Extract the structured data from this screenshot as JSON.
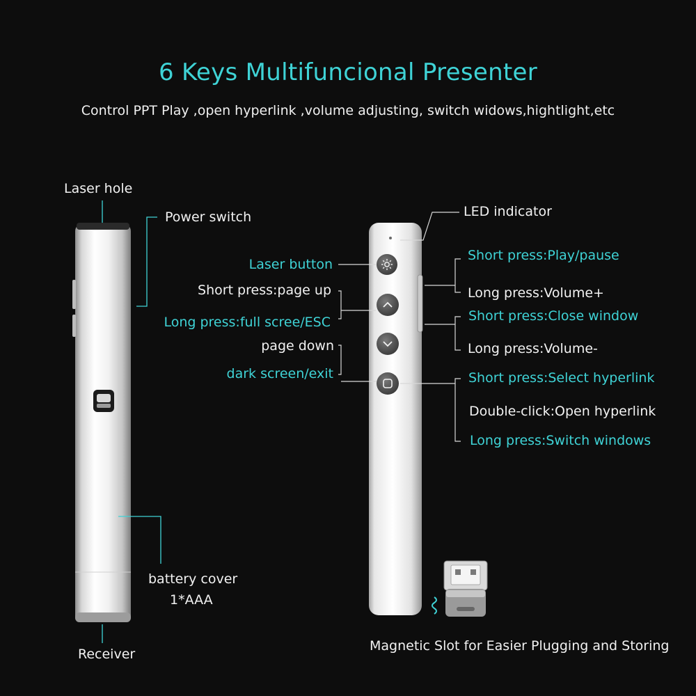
{
  "header": {
    "title": "6 Keys  Multifuncional Presenter",
    "subtitle": "Control PPT Play ,open hyperlink ,volume adjusting, switch widows,hightlight,etc"
  },
  "left_device": {
    "laser_hole": "Laser hole",
    "power_switch": "Power switch",
    "battery_cover": "battery cover",
    "battery_type": "1*AAA",
    "receiver": "Receiver"
  },
  "center_labels": {
    "laser_button": "Laser button",
    "page_up": "Short press:page up",
    "full_screen": "Long press:full scree/ESC",
    "page_down": "page down",
    "dark_screen": "dark screen/exit"
  },
  "right_labels": {
    "led_indicator": "LED indicator",
    "play_pause": "Short press:Play/pause",
    "volume_up": "Long press:Volume+",
    "close_window": "Short press:Close window",
    "volume_down": "Long press:Volume-",
    "select_hyperlink": "Short press:Select hyperlink",
    "open_hyperlink": "Double-click:Open hyperlink",
    "switch_windows": "Long press:Switch windows"
  },
  "receiver_caption": "Magnetic Slot for Easier Plugging and Storing",
  "colors": {
    "accent": "#3fd3d6",
    "text": "#f2f2f2",
    "background": "#0d0d0d"
  }
}
